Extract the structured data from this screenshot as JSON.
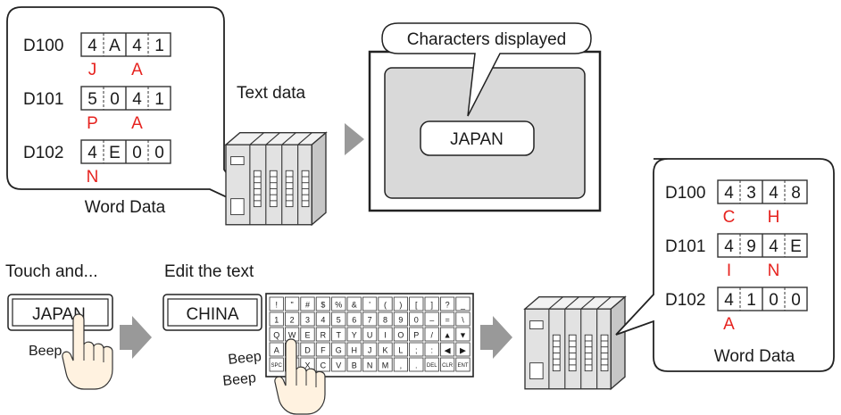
{
  "top_bubble": {
    "caption": "Word Data",
    "registers": [
      {
        "name": "D100",
        "cells": [
          "4",
          "A",
          "4",
          "1"
        ],
        "chars": [
          "J",
          "A"
        ]
      },
      {
        "name": "D101",
        "cells": [
          "5",
          "0",
          "4",
          "1"
        ],
        "chars": [
          "P",
          "A"
        ]
      },
      {
        "name": "D102",
        "cells": [
          "4",
          "E",
          "0",
          "0"
        ],
        "chars": [
          "N",
          ""
        ]
      }
    ]
  },
  "text_data_label": "Text data",
  "display": {
    "callout": "Characters displayed",
    "value": "JAPAN"
  },
  "touch": {
    "heading": "Touch and...",
    "field_value": "JAPAN",
    "beep": "Beep"
  },
  "edit": {
    "heading": "Edit the text",
    "field_value": "CHINA",
    "beep1": "Beep",
    "beep2": "Beep"
  },
  "keyboard": {
    "rows": [
      [
        "!",
        "\"",
        "#",
        "$",
        "%",
        "&",
        "'",
        "(",
        ")",
        "[",
        "]",
        "?",
        "_"
      ],
      [
        "1",
        "2",
        "3",
        "4",
        "5",
        "6",
        "7",
        "8",
        "9",
        "0",
        "–",
        "=",
        "\\"
      ],
      [
        "Q",
        "W",
        "E",
        "R",
        "T",
        "Y",
        "U",
        "I",
        "O",
        "P",
        "/",
        "▲",
        "▼"
      ],
      [
        "A",
        "S",
        "D",
        "F",
        "G",
        "H",
        "J",
        "K",
        "L",
        ";",
        ":",
        "◀",
        "▶"
      ],
      [
        "SPC",
        "Z",
        "X",
        "C",
        "V",
        "B",
        "N",
        "M",
        ",",
        ".",
        "DEL",
        "CLR",
        "ENT"
      ]
    ]
  },
  "bottom_bubble": {
    "caption": "Word Data",
    "registers": [
      {
        "name": "D100",
        "cells": [
          "4",
          "3",
          "4",
          "8"
        ],
        "chars": [
          "C",
          "H"
        ]
      },
      {
        "name": "D101",
        "cells": [
          "4",
          "9",
          "4",
          "E"
        ],
        "chars": [
          "I",
          "N"
        ]
      },
      {
        "name": "D102",
        "cells": [
          "4",
          "1",
          "0",
          "0"
        ],
        "chars": [
          "A",
          ""
        ]
      }
    ]
  },
  "colors": {
    "accent_red": "#e6231f",
    "arrow_gray": "#999999",
    "screen_gray": "#d9d9d9"
  }
}
